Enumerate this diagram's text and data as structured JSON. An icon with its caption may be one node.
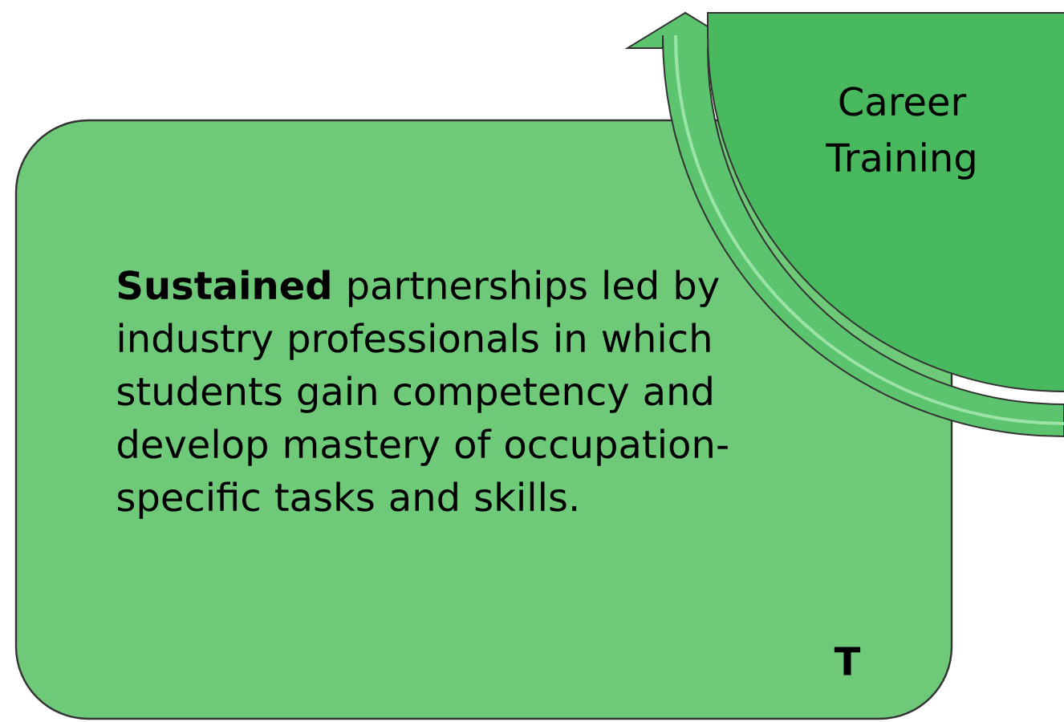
{
  "diagram": {
    "nodes": [
      {
        "text": [
          "**Sustained** partnerships led by industry professionals in which students gain competency and develop mastery of occupation-specific tasks and skills.",
          "T"
        ]
      },
      {
        "text": [
          "Career Training"
        ]
      }
    ]
  }
}
